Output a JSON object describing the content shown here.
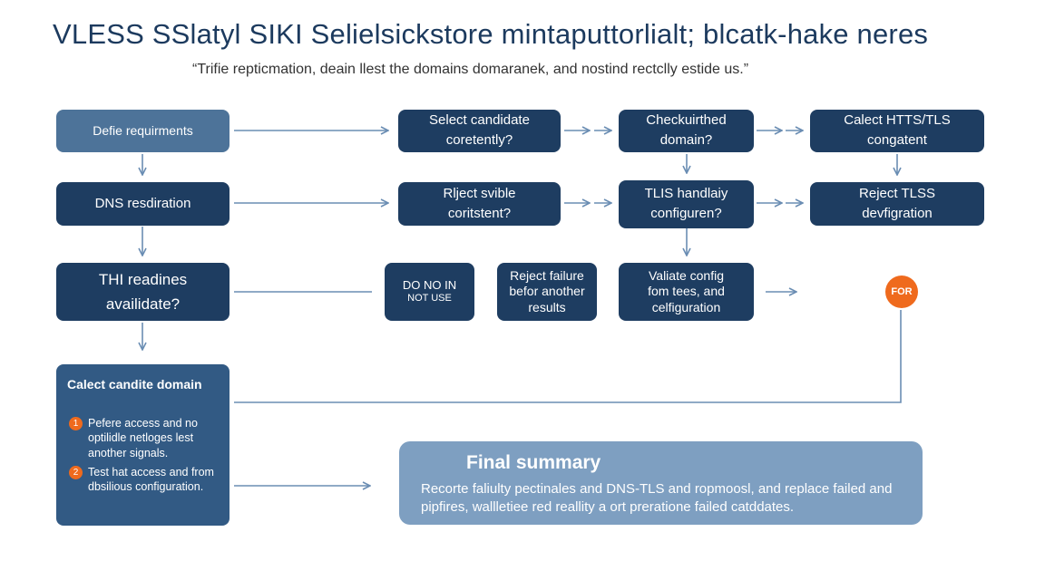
{
  "title": "VLESS SSlatyl SIKI Selielsickstore mintaputtorlialt; blcatk-hake neres",
  "subtitle": "“Trifie repticmation, deain llest the domains domaranek, and nostind rectclly estide us.”",
  "nodes": {
    "define_requirements": "Defie requirments",
    "dns_resolution": "DNS resdiration",
    "thi_readiness": [
      "THI readines",
      "availidate?"
    ],
    "select_candidate": [
      "Select candidate",
      "coretently?"
    ],
    "reject_visible": [
      "Rlject svible",
      "coritstent?"
    ],
    "do_not_use": [
      "DO NO IN",
      "NOT USE"
    ],
    "reject_failure": [
      "Reject failure",
      "befor another",
      "results"
    ],
    "check_domain": [
      "Checkuirthed",
      "domain?"
    ],
    "tls_handling": [
      "TLIS handlaiy",
      "configuren?"
    ],
    "validate_config": [
      "Valiate config",
      "fom tees, and",
      "celfiguration"
    ],
    "collect_tls": [
      "Calect HTTS/TLS",
      "congatent"
    ],
    "reject_tls": [
      "Reject TLSS",
      "devfigration"
    ],
    "for_badge": "FOR"
  },
  "panel": {
    "title": "Calect candite domain",
    "bullets": [
      {
        "badge": "1",
        "text": "Pefere access and no optilidle netloges lest another signals."
      },
      {
        "badge": "2",
        "text": "Test hat access and from dbsilious configuration."
      }
    ]
  },
  "summary": {
    "title": "Final summary",
    "body": "Recorte faliulty pectinales and DNS-TLS and ropmoosl, and replace failed and pipfires, wallletiee red reallity a ort preratione failed catddates."
  },
  "colors": {
    "dark_box": "#1e3d61",
    "mid_box": "#4d7399",
    "panel": "#325a84",
    "summary": "#7e9fc1",
    "accent": "#ef6a1d",
    "arrow": "#6a8db3"
  }
}
